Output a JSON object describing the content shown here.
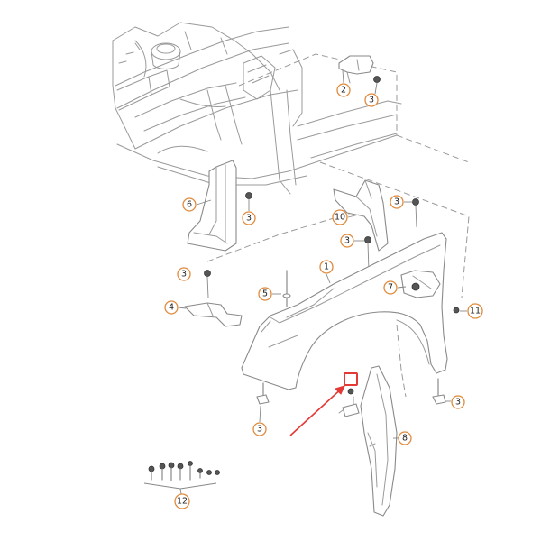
{
  "diagram": {
    "accent_color": "#e08a3c",
    "highlight_color": "#e53935",
    "callouts": [
      {
        "id": "c2",
        "label": "2"
      },
      {
        "id": "c3a",
        "label": "3"
      },
      {
        "id": "c6",
        "label": "6"
      },
      {
        "id": "c3b",
        "label": "3"
      },
      {
        "id": "c3c",
        "label": "3"
      },
      {
        "id": "c10",
        "label": "10"
      },
      {
        "id": "c3d",
        "label": "3"
      },
      {
        "id": "c1",
        "label": "1"
      },
      {
        "id": "c3e",
        "label": "3"
      },
      {
        "id": "c5",
        "label": "5"
      },
      {
        "id": "c7",
        "label": "7"
      },
      {
        "id": "c4",
        "label": "4"
      },
      {
        "id": "c11",
        "label": "11"
      },
      {
        "id": "c3f",
        "label": "3"
      },
      {
        "id": "c3g",
        "label": "3"
      },
      {
        "id": "c8",
        "label": "8"
      },
      {
        "id": "c12",
        "label": "12"
      }
    ]
  }
}
